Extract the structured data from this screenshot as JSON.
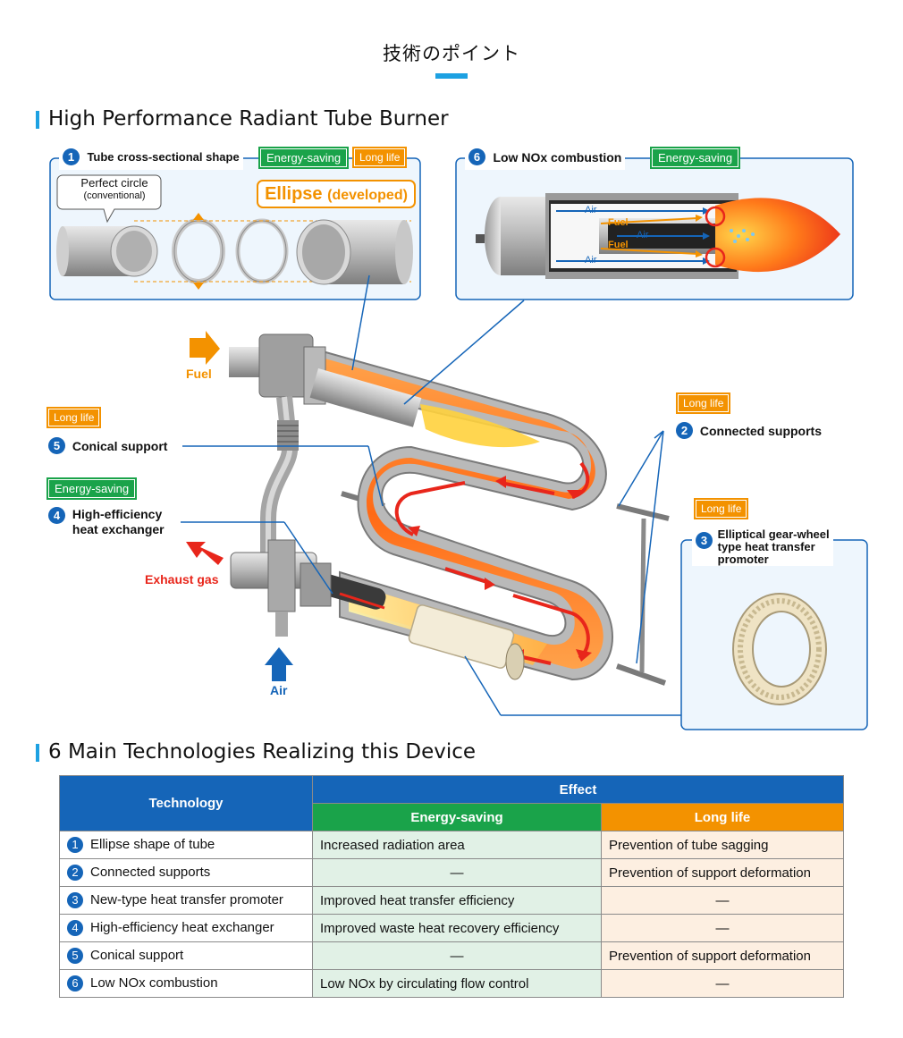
{
  "page_title": "技術のポイント",
  "section1_heading": "High Performance Radiant Tube Burner",
  "section2_heading": "6 Main Technologies Realizing this Device",
  "tags": {
    "energy_saving": "Energy-saving",
    "long_life": "Long life"
  },
  "callout1": {
    "num": "1",
    "title": "Tube cross-sectional shape",
    "perfect_circle": "Perfect circle",
    "conventional": "(conventional)",
    "ellipse": "Ellipse",
    "developed": "(developed)"
  },
  "callout6": {
    "num": "6",
    "title": "Low NOx combustion",
    "air": "Air",
    "fuel": "Fuel"
  },
  "callout3": {
    "num": "3",
    "title_line1": "Elliptical gear-wheel",
    "title_line2": "type heat transfer",
    "title_line3": "promoter"
  },
  "labels": {
    "fuel": "Fuel",
    "exhaust": "Exhaust gas",
    "air": "Air",
    "item5": "Conical support",
    "item4_line1": "High-efficiency",
    "item4_line2": "heat exchanger",
    "item2": "Connected supports"
  },
  "table": {
    "header_technology": "Technology",
    "header_effect": "Effect",
    "header_energy": "Energy-saving",
    "header_life": "Long life",
    "rows": [
      {
        "num": "1",
        "tech": "Ellipse shape of tube",
        "energy": "Increased radiation area",
        "life": "Prevention of tube sagging"
      },
      {
        "num": "2",
        "tech": "Connected supports",
        "energy": "—",
        "life": "Prevention of support deformation"
      },
      {
        "num": "3",
        "tech": "New-type heat transfer promoter",
        "energy": "Improved heat transfer efficiency",
        "life": "—"
      },
      {
        "num": "4",
        "tech": "High-efficiency heat exchanger",
        "energy": "Improved waste heat recovery efficiency",
        "life": "—"
      },
      {
        "num": "5",
        "tech": "Conical support",
        "energy": "—",
        "life": "Prevention of support deformation"
      },
      {
        "num": "6",
        "tech": "Low NOx combustion",
        "energy": "Low NOx by circulating flow control",
        "life": "—"
      }
    ]
  },
  "colors": {
    "blue": "#1565b8",
    "accent": "#1da1e2",
    "green": "#1aa34a",
    "orange": "#f39200",
    "red": "#e8261b"
  }
}
